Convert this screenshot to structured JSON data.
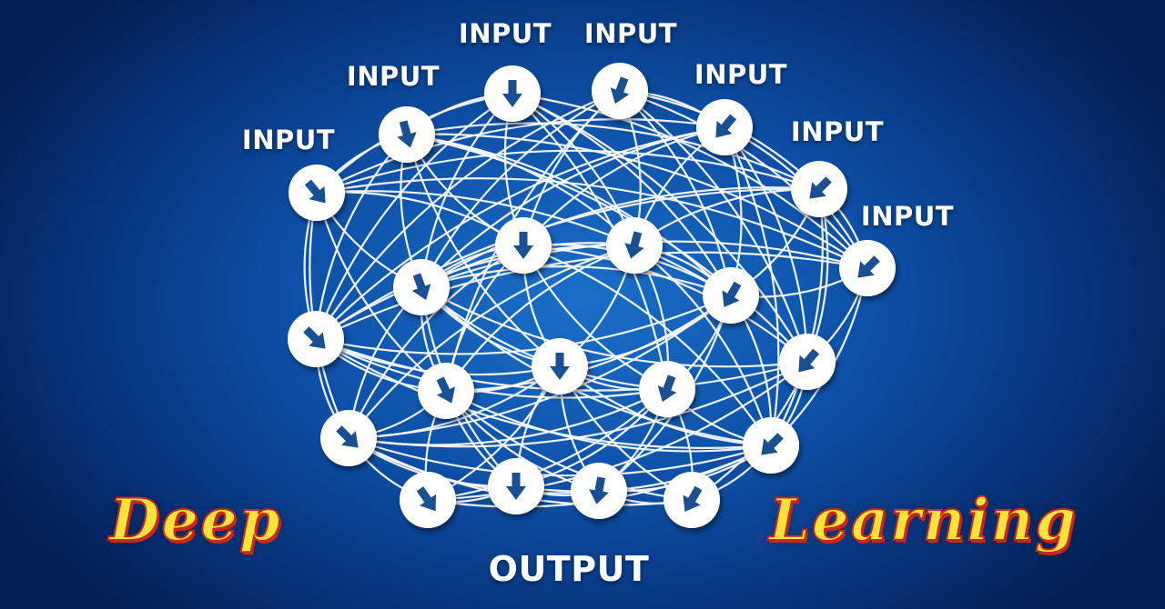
{
  "input_label": "INPUT",
  "output_label": "OUTPUT",
  "title_left": "Deep",
  "title_right": "Learning",
  "colors": {
    "node_fill": "#ffffff",
    "arrow": "#1a4f92",
    "edge": "#ffffff",
    "title_fill": "#ffe23a",
    "title_outline": "#c4291c"
  },
  "icons": {
    "node_arrow": "arrow-down-icon"
  }
}
